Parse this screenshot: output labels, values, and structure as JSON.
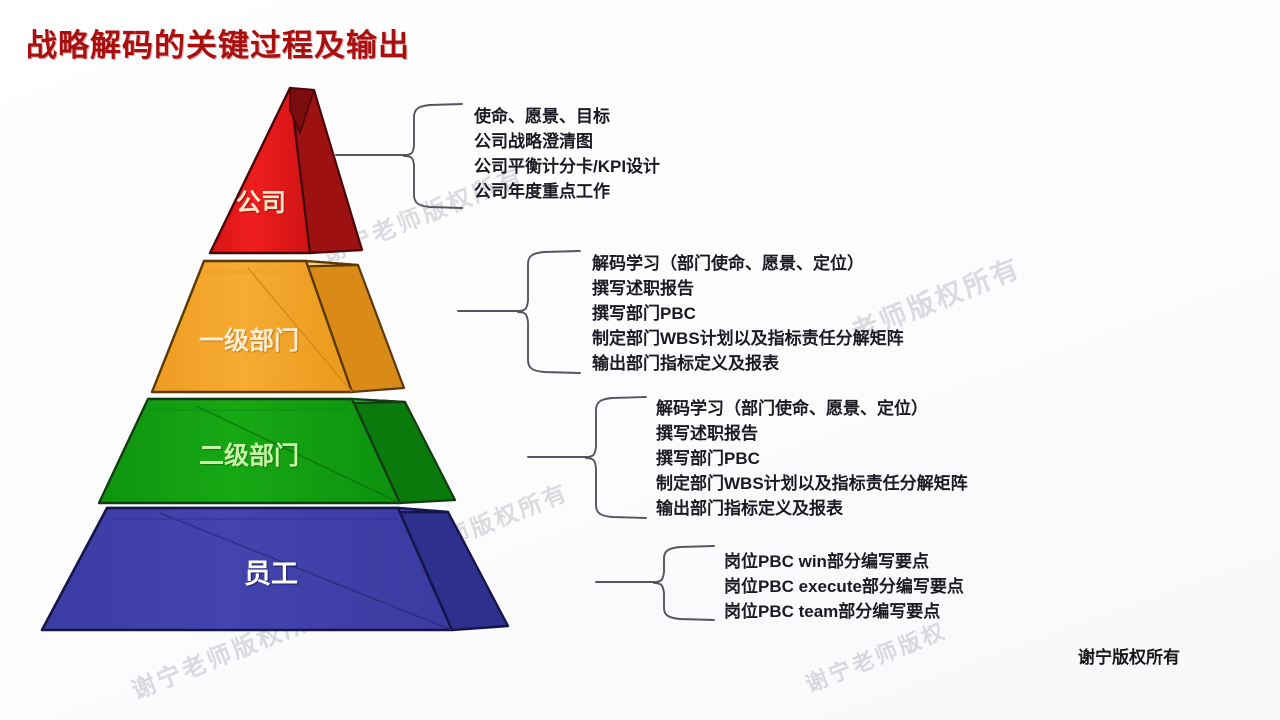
{
  "page": {
    "title": "战略解码的关键过程及输出",
    "footer_copyright": "谢宁版权所有",
    "background_color": "#ffffff",
    "title_color": "#a81010"
  },
  "watermarks": [
    {
      "text": "谢宁老师版权所有"
    },
    {
      "text": "老师版权所有"
    },
    {
      "text": "宁老师版权所有"
    },
    {
      "text": "谢宁老师版权所有"
    },
    {
      "text": "谢宁老师版权"
    }
  ],
  "pyramid": {
    "tiers": [
      {
        "id": "company",
        "label": "公司",
        "shape": "triangle",
        "face_color": "#e8191a",
        "side_color": "#9d1113",
        "top_color": "#c51517",
        "edge_color": "#1c1c1c",
        "label_color": "#fbe6c8"
      },
      {
        "id": "dept-level-1",
        "label": "一级部门",
        "shape": "trapezoid",
        "face_color": "#f2a32b",
        "side_color": "#d98a18",
        "top_color": "#f8c46a",
        "edge_color": "#1c1c1c",
        "label_color": "#fdecd0"
      },
      {
        "id": "dept-level-2",
        "label": "二级部门",
        "shape": "trapezoid",
        "face_color": "#13a013",
        "side_color": "#0c7a0f",
        "top_color": "#24c221",
        "edge_color": "#1c1c1c",
        "label_color": "#c7f3a8"
      },
      {
        "id": "staff",
        "label": "员工",
        "shape": "trapezoid",
        "face_color": "#3c3ca5",
        "side_color": "#2c2c86",
        "top_color": "#4a4ab6",
        "edge_color": "#15154a",
        "label_color": "#ffffff"
      }
    ]
  },
  "callouts": [
    {
      "id": "callout-company",
      "tier": "公司",
      "lines": [
        "使命、愿景、目标",
        "公司战略澄清图",
        "公司平衡计分卡/KPI设计",
        "公司年度重点工作"
      ]
    },
    {
      "id": "callout-dept-level-1",
      "tier": "一级部门",
      "lines": [
        "解码学习（部门使命、愿景、定位）",
        "撰写述职报告",
        "撰写部门PBC",
        "制定部门WBS计划以及指标责任分解矩阵",
        "输出部门指标定义及报表"
      ]
    },
    {
      "id": "callout-dept-level-2",
      "tier": "二级部门",
      "lines": [
        "解码学习（部门使命、愿景、定位）",
        "撰写述职报告",
        "撰写部门PBC",
        "制定部门WBS计划以及指标责任分解矩阵",
        "输出部门指标定义及报表"
      ]
    },
    {
      "id": "callout-staff",
      "tier": "员工",
      "lines": [
        "岗位PBC win部分编写要点",
        "岗位PBC execute部分编写要点",
        "岗位PBC team部分编写要点"
      ]
    }
  ]
}
